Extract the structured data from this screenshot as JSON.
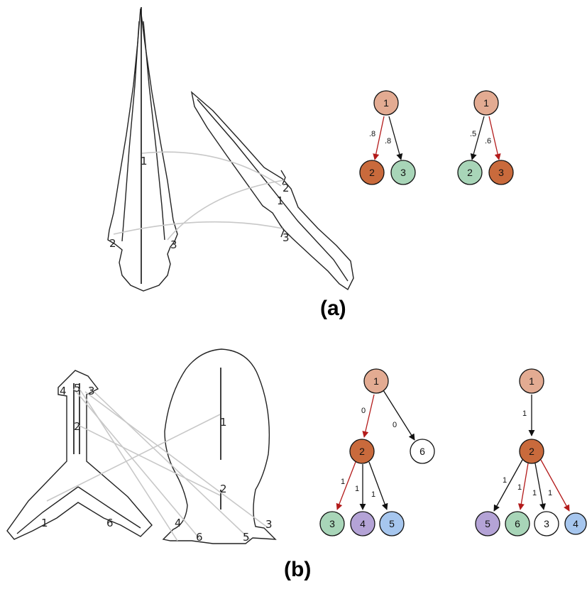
{
  "captions": {
    "a": "(a)",
    "b": "(b)"
  },
  "colors": {
    "root": "#e3ab92",
    "orange": "#c96a3c",
    "green": "#a8d5b8",
    "purple": "#b4a3d6",
    "blue": "#a6c6ee",
    "white": "#ffffff",
    "edge_dark": "#111111",
    "edge_red": "#b31b1b"
  },
  "panel_a": {
    "shape1_labels": [
      "1",
      "2",
      "3"
    ],
    "shape2_labels": [
      "2",
      "1",
      "3"
    ],
    "tree_left": {
      "nodes": [
        "1",
        "2",
        "3"
      ],
      "edges": [
        {
          "from": "1",
          "to": "2",
          "weight": ".8",
          "color": "red"
        },
        {
          "from": "1",
          "to": "3",
          "weight": ".8",
          "color": "dark"
        }
      ]
    },
    "tree_right": {
      "nodes": [
        "1",
        "2",
        "3"
      ],
      "edges": [
        {
          "from": "1",
          "to": "2",
          "weight": ".5",
          "color": "dark"
        },
        {
          "from": "1",
          "to": "3",
          "weight": ".6",
          "color": "red"
        }
      ]
    }
  },
  "panel_b": {
    "shape1_labels": [
      "4",
      "5",
      "3",
      "2",
      "1",
      "6"
    ],
    "shape2_labels": [
      "1",
      "2",
      "4",
      "6",
      "5",
      "3"
    ],
    "tree_left": {
      "nodes": [
        "1",
        "2",
        "6",
        "3",
        "4",
        "5"
      ],
      "edges": [
        {
          "from": "1",
          "to": "2",
          "weight": "0",
          "color": "red"
        },
        {
          "from": "1",
          "to": "6",
          "weight": "0",
          "color": "dark"
        },
        {
          "from": "2",
          "to": "3",
          "weight": "1",
          "color": "red"
        },
        {
          "from": "2",
          "to": "4",
          "weight": "1",
          "color": "dark"
        },
        {
          "from": "2",
          "to": "5",
          "weight": "1",
          "color": "dark"
        }
      ]
    },
    "tree_right": {
      "nodes": [
        "1",
        "2",
        "5",
        "6",
        "3",
        "4"
      ],
      "edges": [
        {
          "from": "1",
          "to": "2",
          "weight": "1",
          "color": "dark"
        },
        {
          "from": "2",
          "to": "5",
          "weight": "1",
          "color": "dark"
        },
        {
          "from": "2",
          "to": "6",
          "weight": "1",
          "color": "red"
        },
        {
          "from": "2",
          "to": "3",
          "weight": "1",
          "color": "dark"
        },
        {
          "from": "2",
          "to": "4",
          "weight": "1",
          "color": "red"
        }
      ]
    }
  }
}
